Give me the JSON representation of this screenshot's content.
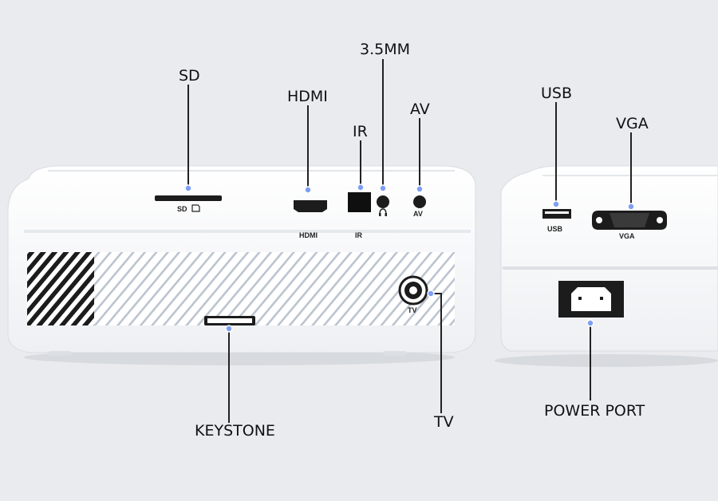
{
  "callouts": {
    "sd": "SD",
    "hdmi": "HDMI",
    "ir": "IR",
    "mm35": "3.5MM",
    "av": "AV",
    "usb": "USB",
    "vga": "VGA",
    "keystone": "KEYSTONE",
    "tv": "TV",
    "power": "POWER PORT"
  },
  "printed_labels": {
    "sd": "SD",
    "hdmi": "HDMI",
    "ir": "IR",
    "av": "AV",
    "tv": "TV",
    "usb": "USB",
    "vga": "VGA"
  },
  "colors": {
    "background": "#e9ebee",
    "body": "#f7f8fa",
    "leader_line": "#222222",
    "dot": "#7e9ff2"
  },
  "icons": [
    "sd-card-icon",
    "headphone-icon"
  ]
}
